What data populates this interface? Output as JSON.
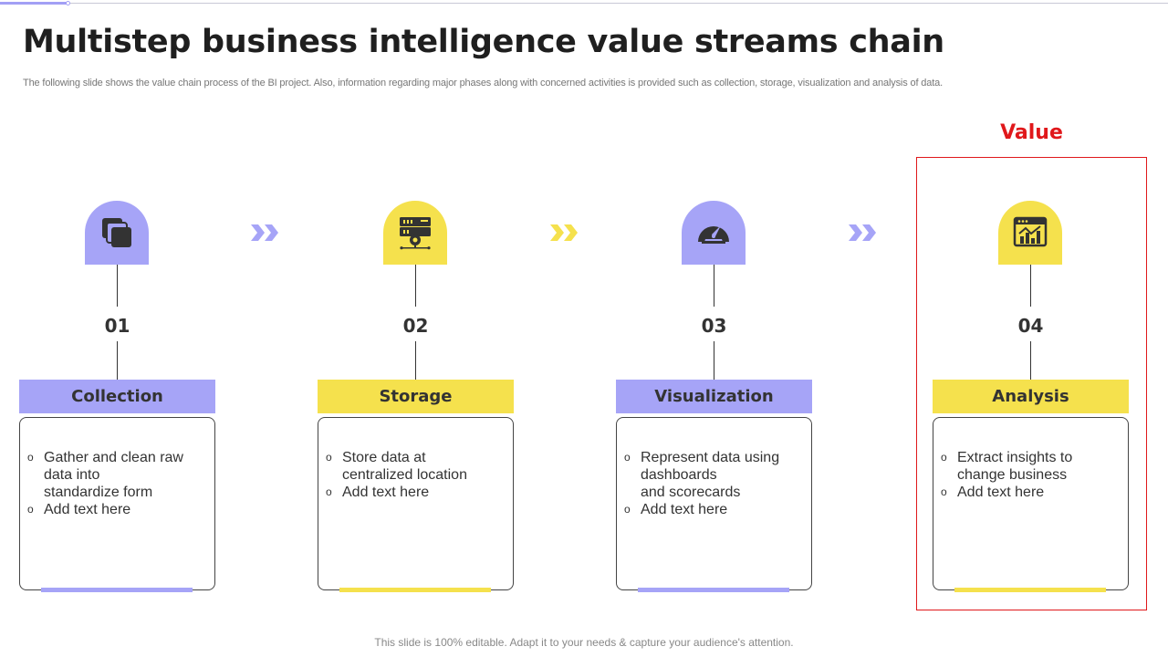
{
  "title": "Multistep business intelligence value streams chain",
  "subtitle": "The following slide shows the value chain process of the BI project. Also, information regarding major phases along with concerned activities is provided such as collection, storage, visualization and analysis of data.",
  "value_label": "Value",
  "colors": {
    "purple": "#a6a4f7",
    "yellow": "#f5e14d",
    "red": "#e0181b"
  },
  "steps": [
    {
      "number": "01",
      "label": "Collection",
      "icon": "layers-icon",
      "color": "#a6a4f7",
      "bullets": [
        "Gather and clean raw\ndata into\nstandardize form",
        "Add text here"
      ]
    },
    {
      "number": "02",
      "label": "Storage",
      "icon": "server-icon",
      "color": "#f5e14d",
      "bullets": [
        "Store data at\ncentralized location",
        "Add text here"
      ]
    },
    {
      "number": "03",
      "label": "Visualization",
      "icon": "gauge-icon",
      "color": "#a6a4f7",
      "bullets": [
        "Represent data using\ndashboards\nand scorecards",
        "Add text here"
      ]
    },
    {
      "number": "04",
      "label": "Analysis",
      "icon": "chart-dashboard-icon",
      "color": "#f5e14d",
      "bullets": [
        "Extract insights to\nchange business",
        "Add text here"
      ]
    }
  ],
  "footer": "This slide is 100% editable. Adapt it to your needs & capture your audience's attention."
}
